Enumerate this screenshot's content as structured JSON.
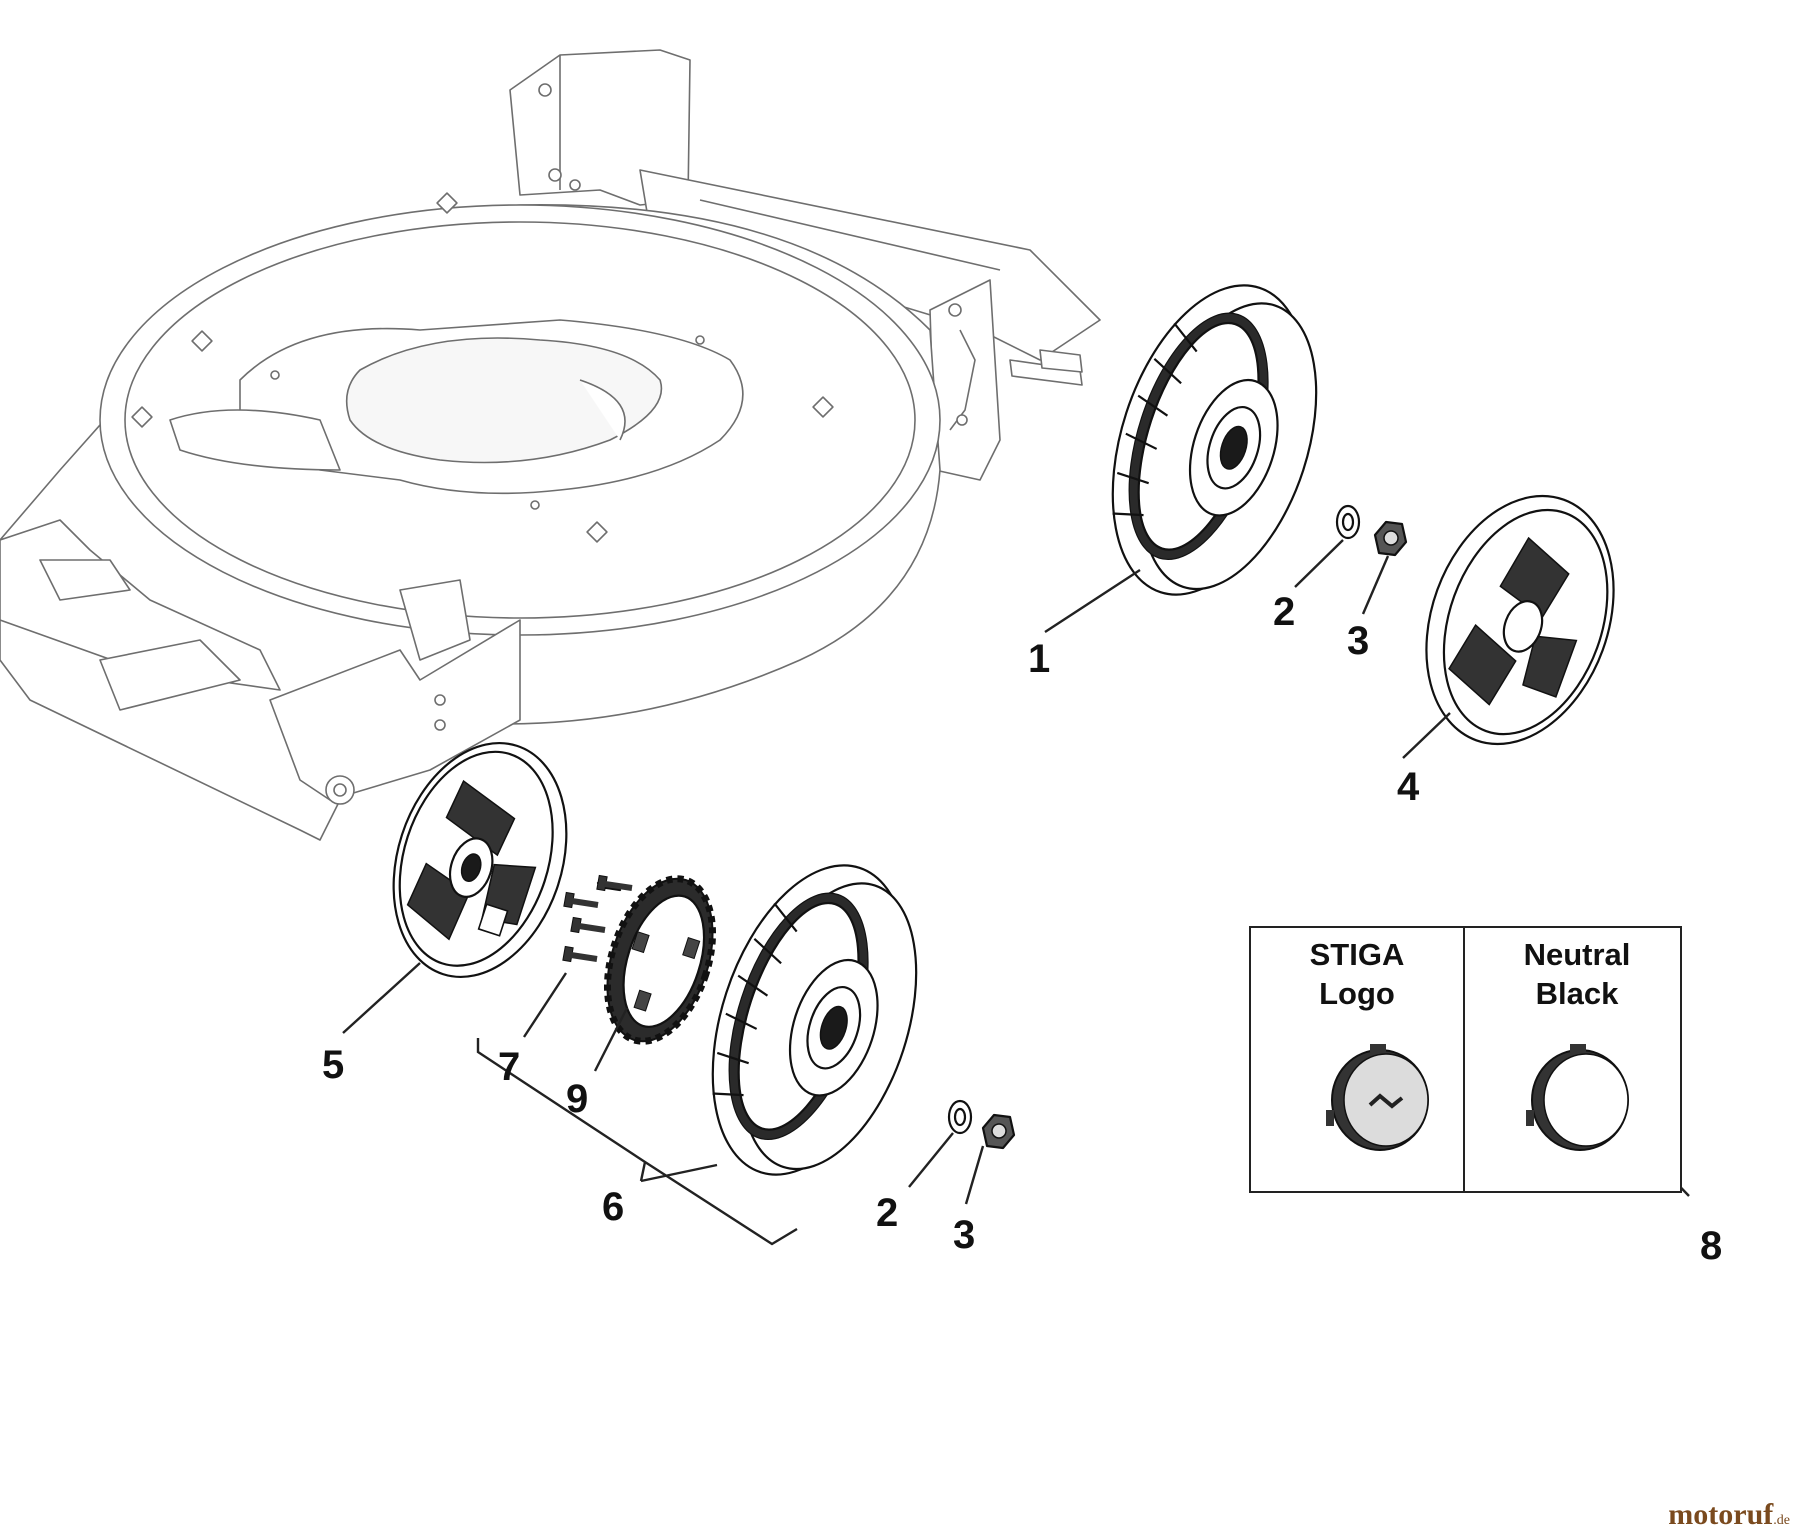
{
  "callouts": [
    {
      "id": "1",
      "label": "1",
      "part": "rear-wheel"
    },
    {
      "id": "2a",
      "label": "2",
      "part": "washer"
    },
    {
      "id": "3a",
      "label": "3",
      "part": "nut"
    },
    {
      "id": "4",
      "label": "4",
      "part": "hub-cap"
    },
    {
      "id": "5",
      "label": "5",
      "part": "inner-cover"
    },
    {
      "id": "6",
      "label": "6",
      "part": "wheel-assembly"
    },
    {
      "id": "7",
      "label": "7",
      "part": "screws"
    },
    {
      "id": "8",
      "label": "8",
      "part": "hub-cap-variants"
    },
    {
      "id": "9",
      "label": "9",
      "part": "gear-ring"
    },
    {
      "id": "2b",
      "label": "2",
      "part": "washer"
    },
    {
      "id": "3b",
      "label": "3",
      "part": "nut"
    }
  ],
  "variant_box": {
    "left": {
      "line1": "STIGA",
      "line2": "Logo"
    },
    "right": {
      "line1": "Neutral",
      "line2": "Black"
    }
  },
  "watermark": {
    "brand": "motoruf",
    "tld": ".de"
  }
}
